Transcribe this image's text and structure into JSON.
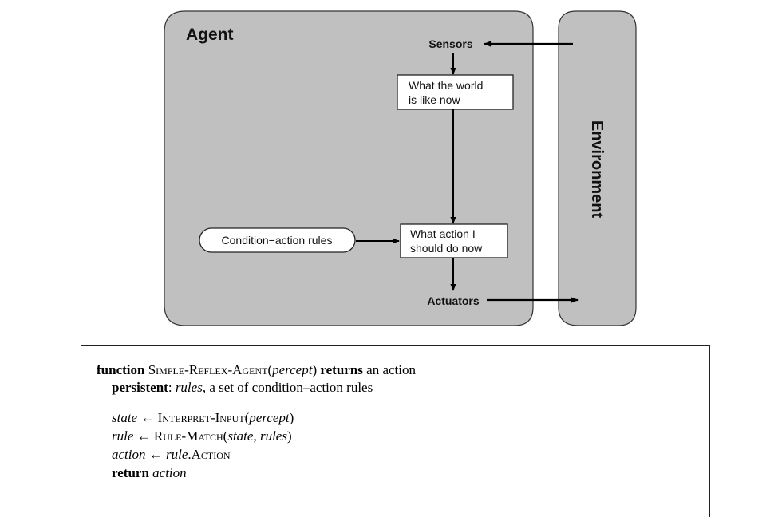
{
  "diagram": {
    "agent_label": "Agent",
    "environment_label": "Environment",
    "sensors_label": "Sensors",
    "actuators_label": "Actuators",
    "world_box": [
      "What the world",
      "is like now"
    ],
    "action_box": [
      "What action I",
      "should do now"
    ],
    "rules_label": "Condition−action rules"
  },
  "code": {
    "line1": {
      "kw_function": "function",
      "name": "Simple-Reflex-Agent",
      "arg": "percept",
      "kw_returns": "returns",
      "tail": "an action"
    },
    "line2": {
      "kw_persistent": "persistent",
      "var": "rules",
      "desc": ", a set of condition–action rules"
    },
    "line3": {
      "lhs": "state",
      "arrow": "←",
      "fn": "Interpret-Input",
      "arg": "percept"
    },
    "line4": {
      "lhs": "rule",
      "arrow": "←",
      "fn": "Rule-Match",
      "arg1": "state",
      "sep": ", ",
      "arg2": "rules"
    },
    "line5": {
      "lhs": "action",
      "arrow": "←",
      "obj": "rule",
      "field": "Action"
    },
    "line6": {
      "kw_return": "return",
      "var": "action"
    }
  }
}
